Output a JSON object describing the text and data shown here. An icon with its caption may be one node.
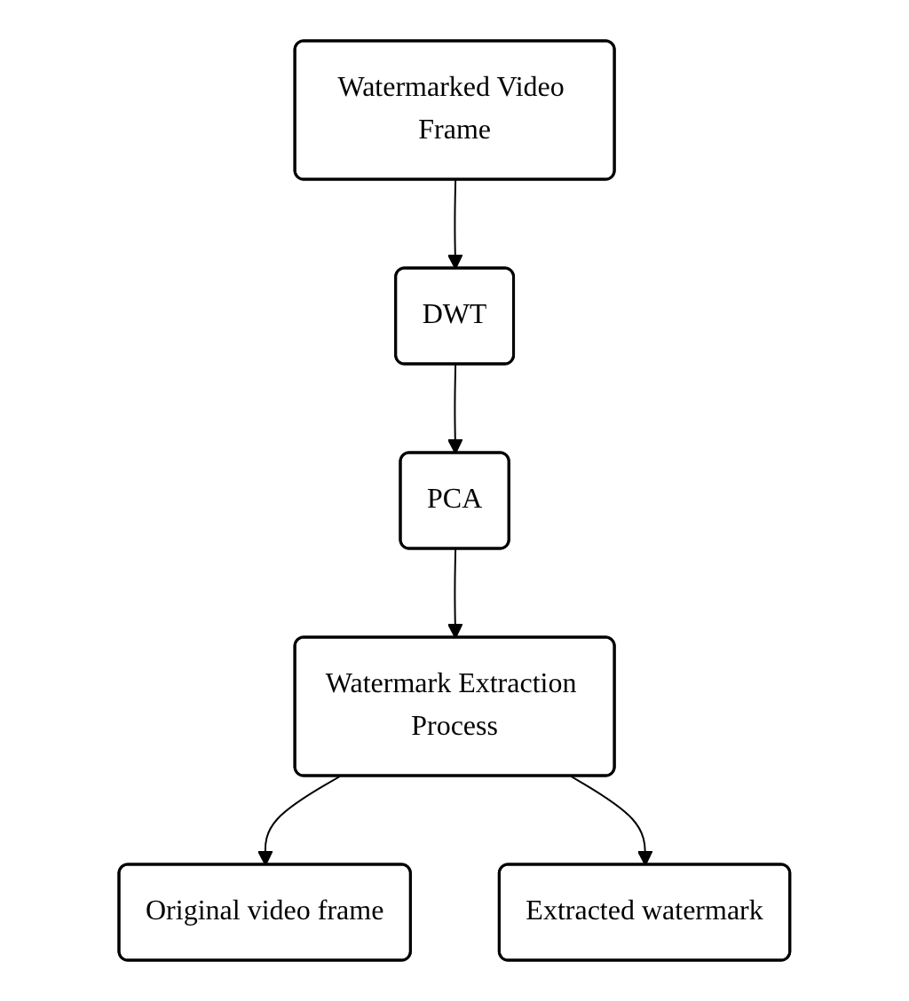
{
  "diagram": {
    "nodes": [
      {
        "text": [
          "Watermarked Video Frame"
        ]
      },
      {
        "text": [
          "DWT"
        ]
      },
      {
        "text": [
          "PCA"
        ]
      },
      {
        "text": [
          "Watermark Extraction Process"
        ]
      },
      {
        "text": [
          "Original video frame"
        ]
      },
      {
        "text": [
          "Extracted watermark"
        ]
      }
    ],
    "edges": [
      {
        "from": 0,
        "to": 1,
        "arrow": "to"
      },
      {
        "from": 1,
        "to": 2,
        "arrow": "to"
      },
      {
        "from": 2,
        "to": 3,
        "arrow": "to"
      },
      {
        "from": 3,
        "to": 4,
        "arrow": "to"
      },
      {
        "from": 3,
        "to": 5,
        "arrow": "to"
      }
    ]
  }
}
